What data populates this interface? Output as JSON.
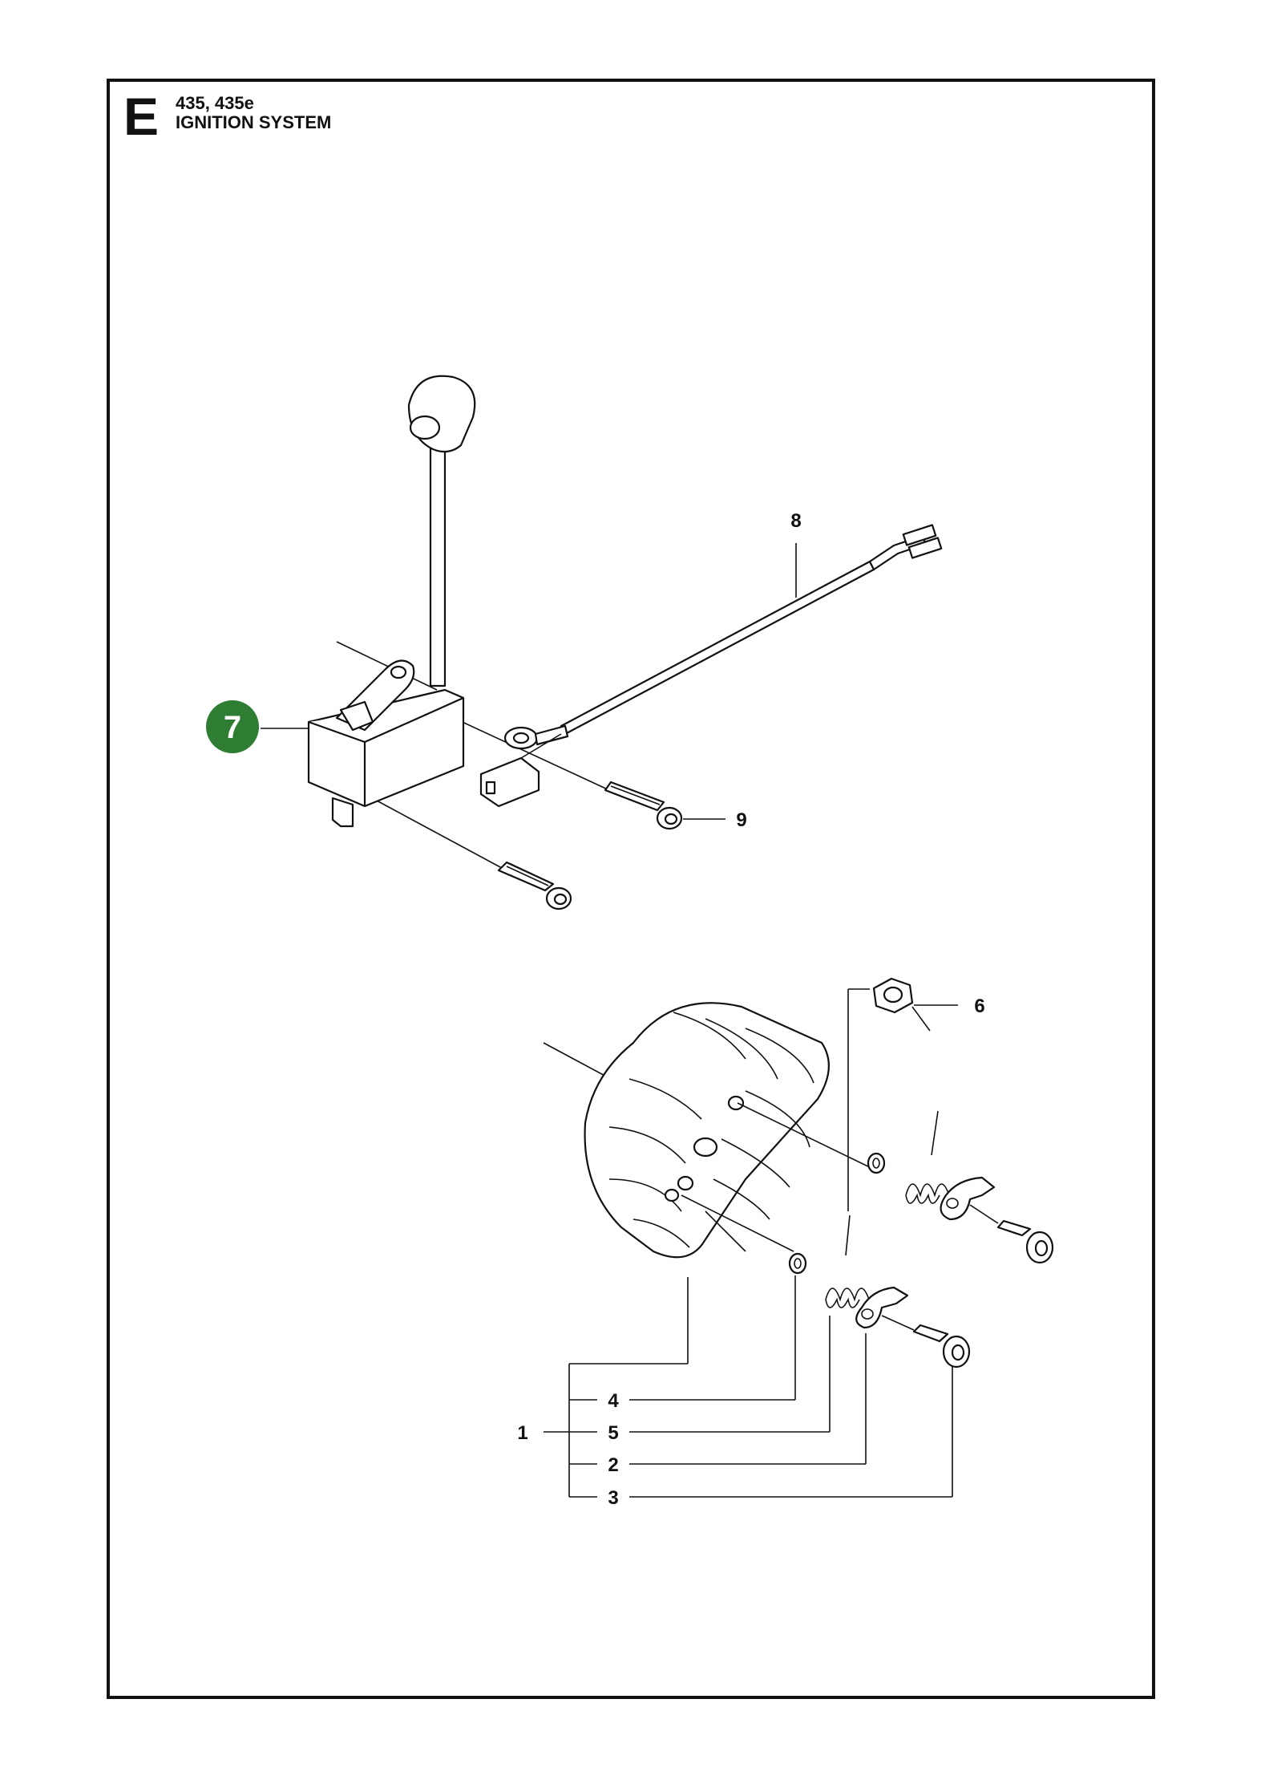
{
  "header": {
    "section": "E",
    "model": "435, 435e",
    "title": "IGNITION SYSTEM"
  },
  "callouts": {
    "highlighted": {
      "number": "7",
      "color": "#2e7d32"
    },
    "labels": [
      "8",
      "9",
      "6",
      "4",
      "1",
      "5",
      "2",
      "3"
    ]
  },
  "colors": {
    "line": "#111111",
    "highlight": "#2e7d32",
    "background": "#ffffff"
  }
}
